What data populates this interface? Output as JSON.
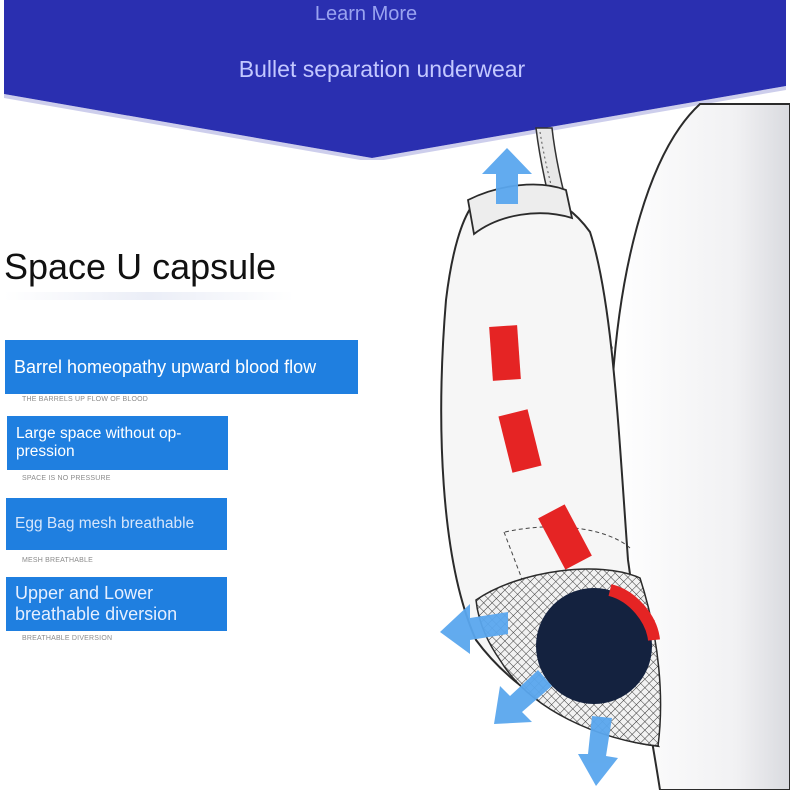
{
  "banner": {
    "learn_more": "Learn More",
    "subtitle": "Bullet separation underwear",
    "color": "#2a2fb0"
  },
  "heading": "Space U capsule",
  "features": [
    {
      "title": "Barrel homeopathy upward blood flow",
      "caption": "THE BARRELS UP FLOW OF BLOOD"
    },
    {
      "title": "Large space without op-\npression",
      "caption": "SPACE IS NO PRESSURE"
    },
    {
      "title": "Egg Bag mesh breathable",
      "caption": "MESH BREATHABLE"
    },
    {
      "title": "Upper and Lower breathable diversion",
      "caption": "BREATHABLE DIVERSION"
    }
  ],
  "colors": {
    "feature_box": "#1f7fe0",
    "arrow": "#5aa7ee",
    "stripe": "#e52424",
    "ball": "#14223f"
  },
  "icons": {
    "flow_arrows": "arrow-icon",
    "product": "underwear-illustration"
  }
}
